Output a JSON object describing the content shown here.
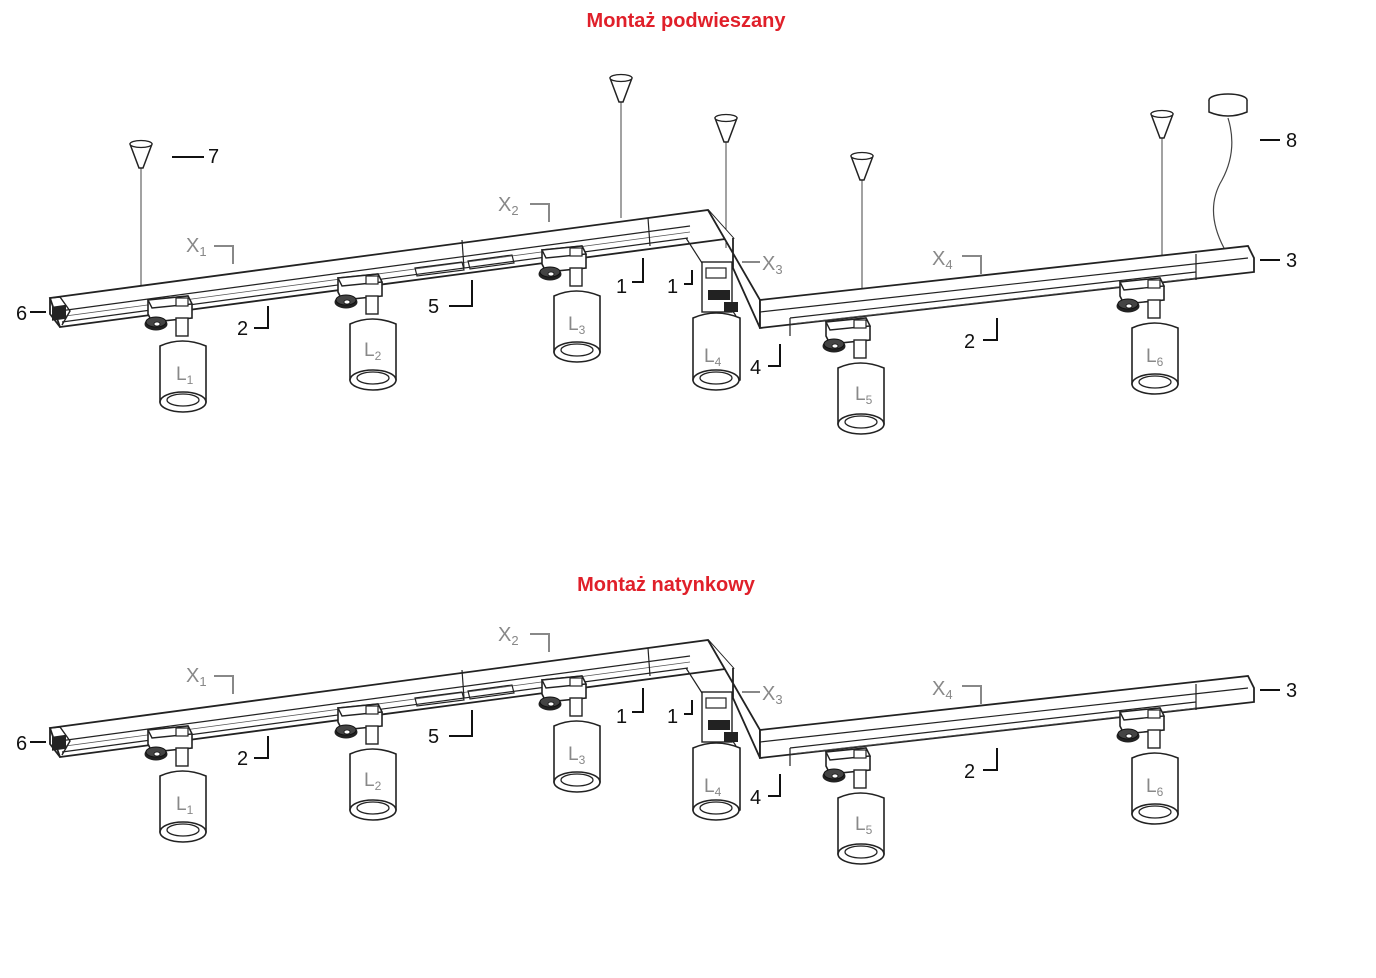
{
  "titles": {
    "suspended": "Montaż podwieszany",
    "surface": "Montaż natynkowy"
  },
  "colors": {
    "title": "#e0202a",
    "line": "#222222",
    "dim_text": "#888888"
  },
  "parts": {
    "p1": "1",
    "p2": "2",
    "p3": "3",
    "p4": "4",
    "p5": "5",
    "p6": "6",
    "p7": "7",
    "p8": "8"
  },
  "dimensions": {
    "x1": {
      "letter": "X",
      "sub": "1"
    },
    "x2": {
      "letter": "X",
      "sub": "2"
    },
    "x3": {
      "letter": "X",
      "sub": "3"
    },
    "x4": {
      "letter": "X",
      "sub": "4"
    }
  },
  "lamps": [
    {
      "letter": "L",
      "sub": "1"
    },
    {
      "letter": "L",
      "sub": "2"
    },
    {
      "letter": "L",
      "sub": "3"
    },
    {
      "letter": "L",
      "sub": "4"
    },
    {
      "letter": "L",
      "sub": "5"
    },
    {
      "letter": "L",
      "sub": "6"
    }
  ]
}
